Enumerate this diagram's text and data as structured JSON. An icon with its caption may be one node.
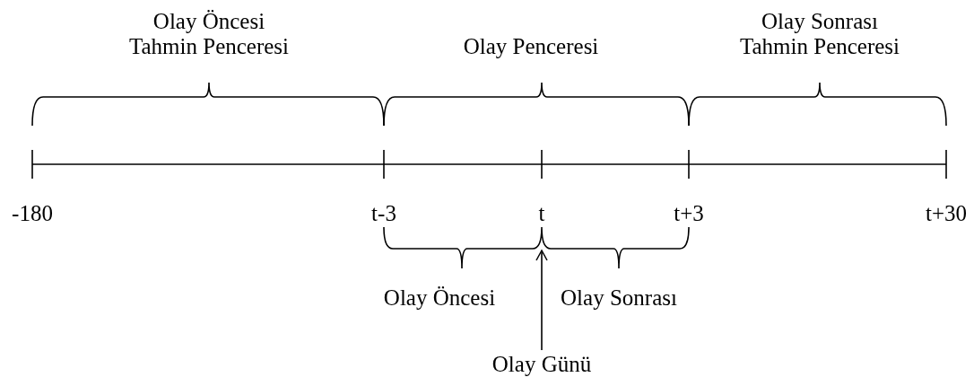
{
  "diagram": {
    "nodes": [
      {
        "text": [
          "Olay Günü"
        ]
      },
      {
        "text": [],
        "shape": "brace",
        "beside": [
          "Olay Öncesi",
          "Olay Sonrası"
        ]
      }
    ],
    "edges": [
      {
        "from": 0,
        "to": 1,
        "arrow": "to"
      }
    ],
    "labels": [
      "Olay Öncesi Tahmin Penceresi",
      "Olay Penceresi",
      "Olay Sonrası Tahmin Penceresi",
      "-180",
      "t-3",
      "t",
      "t+3",
      "t+30"
    ]
  }
}
